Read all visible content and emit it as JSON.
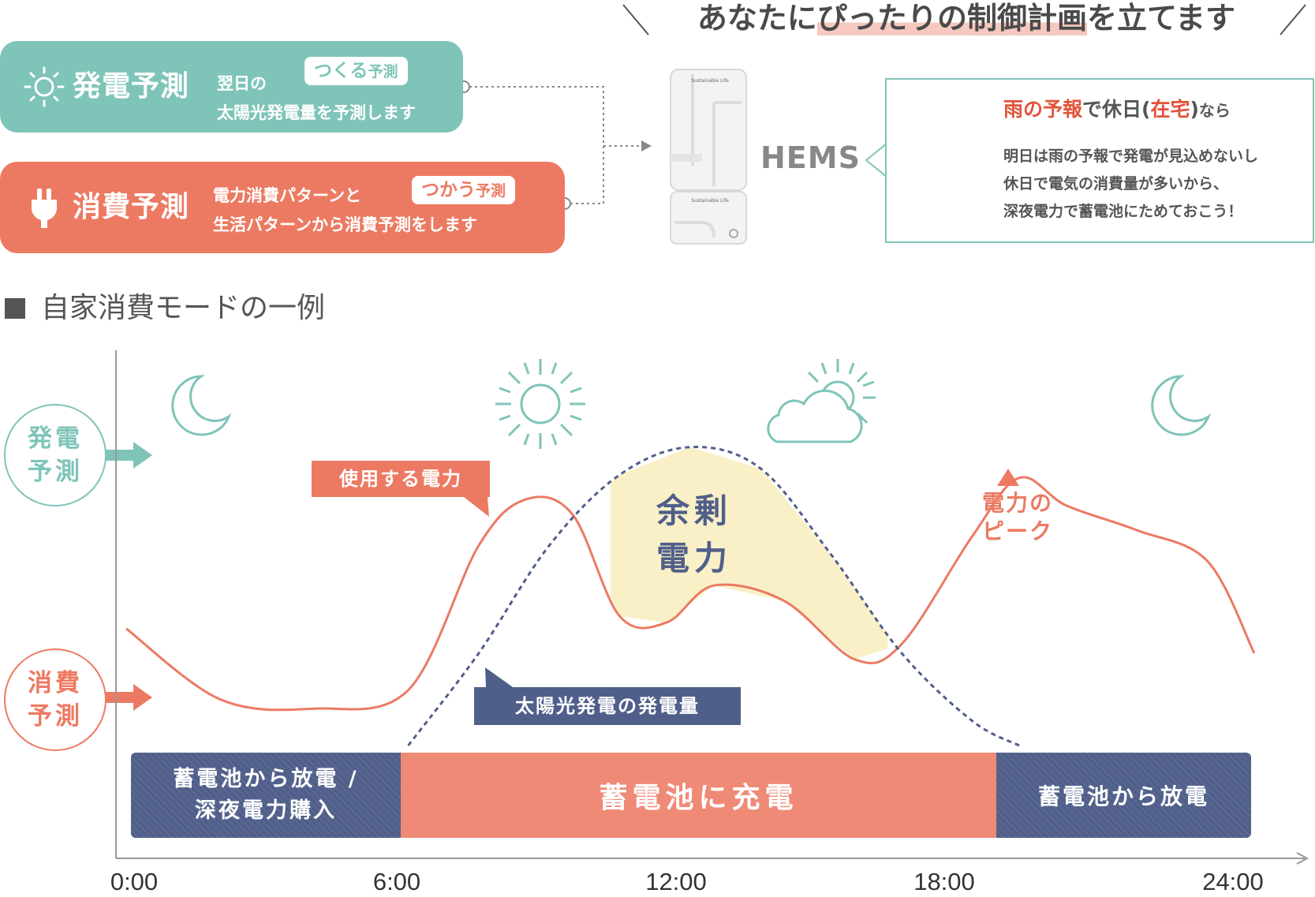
{
  "headline": {
    "before": "あなたに",
    "highlight": "ぴったりの制御計画",
    "after": "を立てます"
  },
  "generation_card": {
    "title": "発電予測",
    "tag_main": "つくる",
    "tag_suffix": "予測",
    "line1": "翌日の",
    "line2": "太陽光発電量を予測します",
    "color": "#7fc4b9",
    "icon": "sun-icon"
  },
  "consumption_card": {
    "title": "消費予測",
    "tag_main": "つかう",
    "tag_suffix": "予測",
    "line1": "電力消費パターンと",
    "line2": "生活パターンから消費予測をします",
    "color": "#ec7a62",
    "icon": "plug-icon"
  },
  "hems": {
    "label": "HEMS",
    "device_brand": "Sustainable Life"
  },
  "speech": {
    "lead_rain": "雨の予報",
    "lead_mid": "で休日",
    "lead_paren_open": "(",
    "lead_home": "在宅",
    "lead_paren_close": ")",
    "lead_end": "なら",
    "body_line1": "明日は雨の予報で発電が見込めないし",
    "body_line2": "休日で電気の消費量が多いから、",
    "body_line3": "深夜電力で蓄電池にためておこう！",
    "icon": "rain-cloud-icon"
  },
  "section_title": "自家消費モードの一例",
  "labels": {
    "generation_line1": "発電",
    "generation_line2": "予測",
    "consumption_line1": "消費",
    "consumption_line2": "予測",
    "power_used": "使用する電力",
    "solar_generation": "太陽光発電の発電量",
    "surplus_line1": "余剰",
    "surplus_line2": "電力",
    "peak_line1": "電力の",
    "peak_line2": "ピーク"
  },
  "bands": {
    "night_discharge_line1": "蓄電池から放電 /",
    "night_discharge_line2": "深夜電力購入",
    "charge": "蓄電池に充電",
    "evening_discharge": "蓄電池から放電"
  },
  "axis_ticks": [
    "0:00",
    "6:00",
    "12:00",
    "18:00",
    "24:00"
  ],
  "colors": {
    "teal": "#7fc4b9",
    "coral": "#ec7a62",
    "navy": "#505f8a",
    "surplus_fill": "#faf0c8"
  },
  "weather_icons": [
    "moon-icon",
    "sun-icon",
    "sun-cloud-icon",
    "moon-icon"
  ],
  "chart_data": {
    "type": "line",
    "x_unit": "hour",
    "xlim": [
      0,
      24
    ],
    "series": [
      {
        "name": "使用する電力",
        "color": "#ec7a62",
        "points": [
          [
            0,
            0.38
          ],
          [
            2,
            0.15
          ],
          [
            4,
            0.12
          ],
          [
            6,
            0.18
          ],
          [
            7.5,
            0.65
          ],
          [
            8.5,
            0.8
          ],
          [
            9.5,
            0.75
          ],
          [
            10.5,
            0.42
          ],
          [
            11.5,
            0.4
          ],
          [
            12.5,
            0.52
          ],
          [
            14,
            0.47
          ],
          [
            15.5,
            0.28
          ],
          [
            16.5,
            0.33
          ],
          [
            18,
            0.68
          ],
          [
            19,
            0.87
          ],
          [
            20,
            0.78
          ],
          [
            21.5,
            0.7
          ],
          [
            23,
            0.6
          ],
          [
            24,
            0.3
          ]
        ]
      },
      {
        "name": "太陽光発電の発電量",
        "color": "#505f8a",
        "style": "dashed",
        "points": [
          [
            6,
            0.0
          ],
          [
            7.5,
            0.3
          ],
          [
            9,
            0.65
          ],
          [
            10.5,
            0.88
          ],
          [
            12,
            0.97
          ],
          [
            13.5,
            0.9
          ],
          [
            15,
            0.62
          ],
          [
            16.5,
            0.3
          ],
          [
            18,
            0.08
          ],
          [
            19,
            0.0
          ]
        ]
      }
    ],
    "regions": [
      {
        "label": "蓄電池から放電 / 深夜電力購入",
        "from": 0,
        "to": 6
      },
      {
        "label": "蓄電池に充電",
        "from": 6,
        "to": 19
      },
      {
        "label": "蓄電池から放電",
        "from": 19,
        "to": 24
      }
    ]
  }
}
